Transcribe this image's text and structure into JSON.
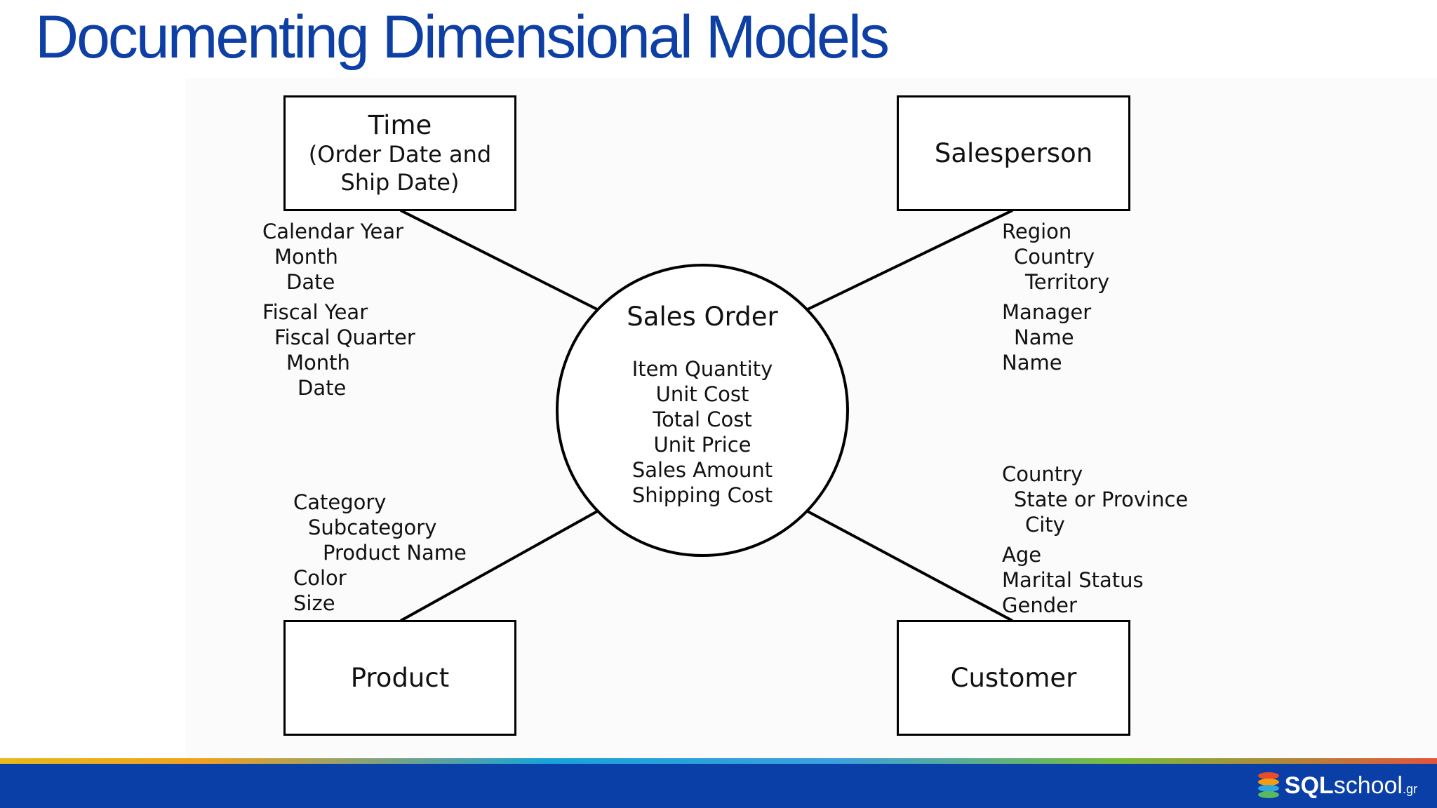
{
  "slide": {
    "title": "Documenting Dimensional Models"
  },
  "fact": {
    "title": "Sales Order",
    "measures": [
      "Item Quantity",
      "Unit Cost",
      "Total Cost",
      "Unit Price",
      "Sales Amount",
      "Shipping Cost"
    ]
  },
  "dimensions": {
    "time": {
      "title": "Time",
      "subtitle_lines": [
        "(Order Date and",
        "Ship Date)"
      ],
      "hierarchies": [
        [
          "Calendar Year",
          "Month",
          "Date"
        ],
        [
          "Fiscal Year",
          "Fiscal Quarter",
          "Month",
          "Date"
        ]
      ]
    },
    "salesperson": {
      "title": "Salesperson",
      "hierarchies": [
        [
          "Region",
          "Country",
          "Territory"
        ],
        [
          "Manager",
          "Name"
        ]
      ],
      "attributes": [
        "Name"
      ]
    },
    "product": {
      "title": "Product",
      "hierarchies": [
        [
          "Category",
          "Subcategory",
          "Product Name"
        ]
      ],
      "attributes": [
        "Color",
        "Size"
      ]
    },
    "customer": {
      "title": "Customer",
      "hierarchies": [
        [
          "Country",
          "State or Province",
          "City"
        ]
      ],
      "attributes": [
        "Age",
        "Marital Status",
        "Gender"
      ]
    }
  },
  "footer": {
    "logo_text_bold": "SQL",
    "logo_text_light": "school",
    "logo_suffix": ".gr",
    "colors": {
      "bar": "#0a3fa8",
      "title": "#0e3fa4",
      "stripe": [
        "#e8b91c",
        "#f2a11e",
        "#18a3d8",
        "#3ba0e0",
        "#7bbb3a",
        "#e3553a"
      ],
      "logo_layers": [
        "#e74c2b",
        "#f39c12",
        "#2ea8dc",
        "#5cb85c"
      ]
    }
  }
}
